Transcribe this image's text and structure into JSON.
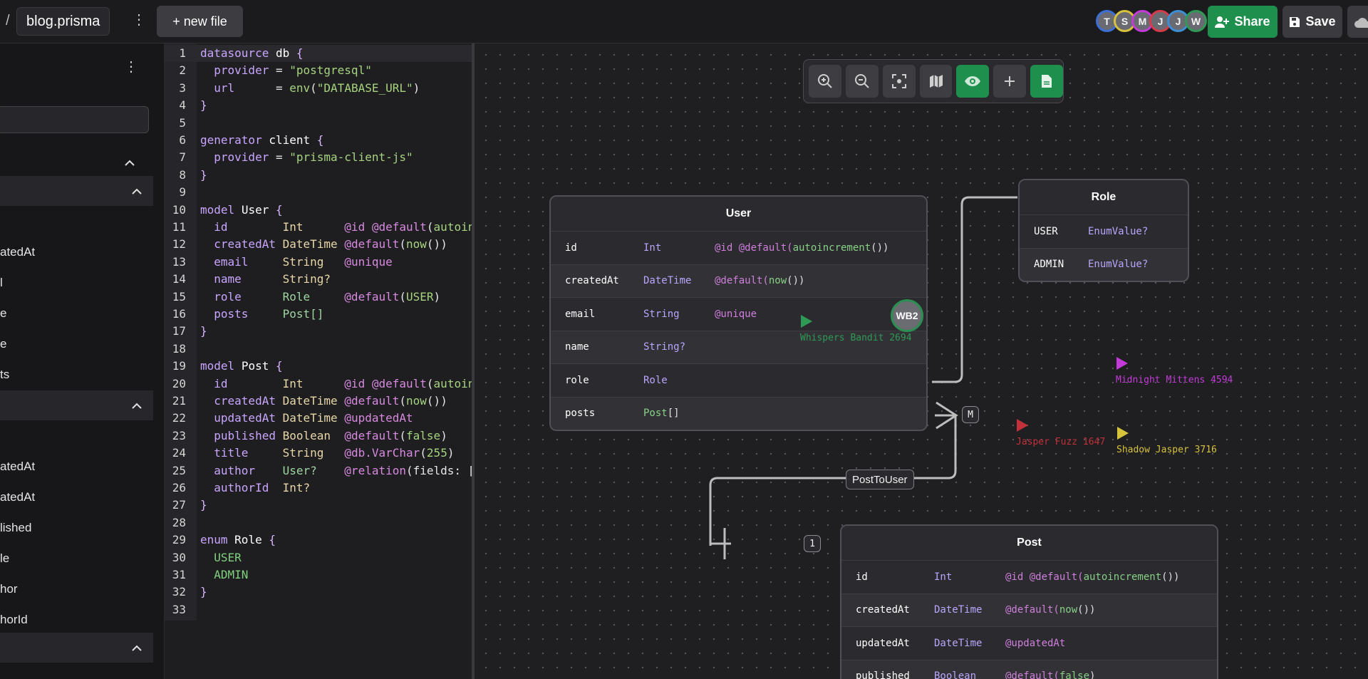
{
  "header": {
    "breadcrumb_sep": "/",
    "file_name": "blog.prisma",
    "new_file_label": "+ new file",
    "share_label": "Share",
    "save_label": "Save",
    "avatars": [
      {
        "initial": "T",
        "color": "#3b6fd6"
      },
      {
        "initial": "S",
        "color": "#d6c23b"
      },
      {
        "initial": "M",
        "color": "#c23bd6"
      },
      {
        "initial": "J",
        "color": "#d63b4a"
      },
      {
        "initial": "J",
        "color": "#3b8fd6"
      },
      {
        "initial": "W",
        "color": "#2f9a55"
      }
    ]
  },
  "sidebar": {
    "items_user": [
      "atedAt",
      "l",
      "e",
      "e",
      "ts"
    ],
    "items_post": [
      "atedAt",
      "atedAt",
      "lished",
      "le",
      "hor",
      "horId"
    ]
  },
  "editor": {
    "lines": [
      "datasource db {",
      "  provider = \"postgresql\"",
      "  url      = env(\"DATABASE_URL\")",
      "}",
      "",
      "generator client {",
      "  provider = \"prisma-client-js\"",
      "}",
      "",
      "model User {",
      "  id        Int      @id @default(autoincrement())",
      "  createdAt DateTime @default(now())",
      "  email     String   @unique",
      "  name      String?",
      "  role      Role     @default(USER)",
      "  posts     Post[]",
      "}",
      "",
      "model Post {",
      "  id        Int      @id @default(autoincrement())",
      "  createdAt DateTime @default(now())",
      "  updatedAt DateTime @updatedAt",
      "  published Boolean  @default(false)",
      "  title     String   @db.VarChar(255)",
      "  author    User?    @relation(fields: [authorId], references: [id])",
      "  authorId  Int?",
      "}",
      "",
      "enum Role {",
      "  USER",
      "  ADMIN",
      "}",
      ""
    ]
  },
  "diagram": {
    "user_table": {
      "title": "User",
      "rows": [
        {
          "name": "id",
          "type": "Int",
          "attr": "@id @default(",
          "fn": "autoincrement",
          "tail": "())"
        },
        {
          "name": "createdAt",
          "type": "DateTime",
          "attr": "@default(",
          "fn": "now",
          "tail": "())"
        },
        {
          "name": "email",
          "type": "String",
          "attr": "@unique",
          "fn": "",
          "tail": ""
        },
        {
          "name": "name",
          "type": "String?",
          "attr": "",
          "fn": "",
          "tail": ""
        },
        {
          "name": "role",
          "type": "Role",
          "attr": "",
          "fn": "",
          "tail": ""
        },
        {
          "name": "posts",
          "type": "Post",
          "type_tail": "[]",
          "attr": "",
          "fn": "",
          "tail": ""
        }
      ]
    },
    "role_table": {
      "title": "Role",
      "rows": [
        {
          "name": "USER",
          "type": "EnumValue?"
        },
        {
          "name": "ADMIN",
          "type": "EnumValue?"
        }
      ]
    },
    "post_table": {
      "title": "Post",
      "rows": [
        {
          "name": "id",
          "type": "Int",
          "attr": "@id @default(",
          "fn": "autoincrement",
          "tail": "())"
        },
        {
          "name": "createdAt",
          "type": "DateTime",
          "attr": "@default(",
          "fn": "now",
          "tail": "())"
        },
        {
          "name": "updatedAt",
          "type": "DateTime",
          "attr": "@updatedAt",
          "fn": "",
          "tail": ""
        },
        {
          "name": "published",
          "type": "Boolean",
          "attr": "@default(",
          "fn": "false",
          "tail": ")"
        }
      ]
    },
    "relation_label": "PostToUser",
    "cardinality_many": "M",
    "cardinality_one": "1",
    "collaborator_badge": "WB2",
    "cursors": [
      {
        "name": "Whispers Bandit 2694",
        "color": "#2f9a55"
      },
      {
        "name": "Midnight Mittens 4594",
        "color": "#c23bd6"
      },
      {
        "name": "Jasper Fuzz 1647",
        "color": "#c2303a"
      },
      {
        "name": "Shadow Jasper 3716",
        "color": "#d6c23b"
      }
    ]
  }
}
